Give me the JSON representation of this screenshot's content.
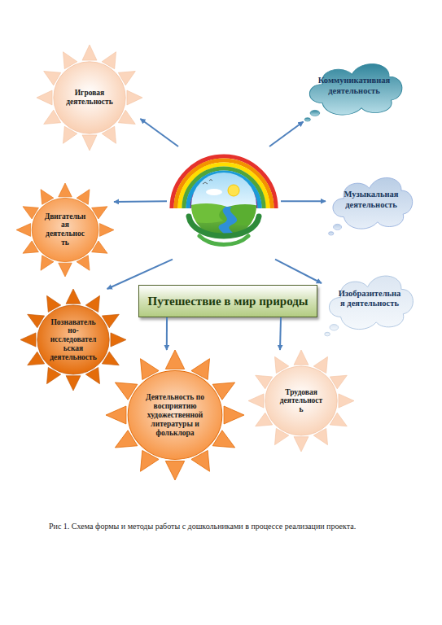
{
  "diagram": {
    "caption": "Рис 1. Схема формы и методы работы с дошкольниками в процессе реализации проекта.",
    "nodes": [
      {
        "text": [
          "Путешествие в мир природы"
        ]
      },
      {
        "text": [
          "Игровая деятельность"
        ]
      },
      {
        "text": [
          "Коммуникативная деятельность"
        ]
      },
      {
        "text": [
          "Двигательная деятельность"
        ]
      },
      {
        "text": [
          "Музыкальная деятельность"
        ]
      },
      {
        "text": [
          "Познавательно-исследовательская деятельность"
        ]
      },
      {
        "text": [
          "Изобразительная деятельность"
        ]
      },
      {
        "text": [
          "Деятельность по восприятию художественной литературы и фольклора"
        ]
      },
      {
        "text": [
          "Трудовая деятельность"
        ]
      }
    ],
    "edges": [
      {
        "from": 0,
        "to": 1,
        "arrow": "to"
      },
      {
        "from": 0,
        "to": 2,
        "arrow": "to"
      },
      {
        "from": 0,
        "to": 3,
        "arrow": "to"
      },
      {
        "from": 0,
        "to": 4,
        "arrow": "to"
      },
      {
        "from": 0,
        "to": 5,
        "arrow": "to"
      },
      {
        "from": 0,
        "to": 6,
        "arrow": "to"
      },
      {
        "from": 0,
        "to": 7,
        "arrow": "to"
      },
      {
        "from": 0,
        "to": 8,
        "arrow": "to"
      }
    ]
  }
}
